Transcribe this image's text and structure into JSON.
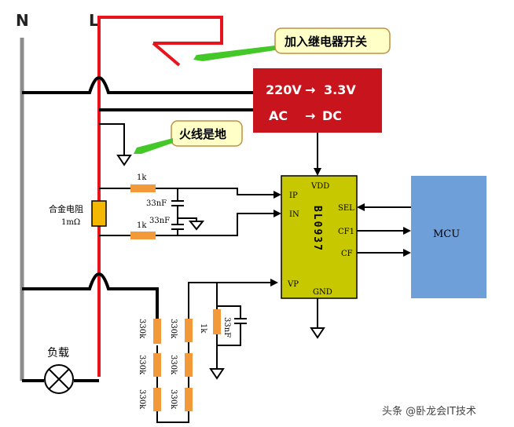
{
  "rails": {
    "neutral": "N",
    "live": "L"
  },
  "callouts": {
    "relay": "加入继电器开关",
    "live_ground": "火线是地"
  },
  "converter": {
    "line1": "220V",
    "arrow1": "→",
    "out1": "3.3V",
    "line2": "AC",
    "arrow2": "→",
    "out2": "DC"
  },
  "chip": {
    "name": "BL0937",
    "pins": {
      "vdd": "VDD",
      "ip": "IP",
      "in": "IN",
      "vp": "VP",
      "gnd": "GND",
      "sel": "SEL",
      "cf1": "CF1",
      "cf": "CF"
    }
  },
  "mcu": {
    "label": "MCU"
  },
  "components": {
    "r_ip": "1k",
    "r_in": "1k",
    "c_ip": "33nF",
    "c_in": "33nF",
    "shunt_name": "合金电阻",
    "shunt_value": "1mΩ",
    "r_div1": "330k",
    "r_div2": "330k",
    "r_div3": "330k",
    "r_div4": "330k",
    "r_div5": "330k",
    "r_div6": "330k",
    "r_vp": "1k",
    "c_vp": "33nF"
  },
  "load": {
    "label": "负载"
  },
  "watermark": "头条 @卧龙会IT技术",
  "colors": {
    "live": "#e8141c",
    "neutral": "#8c8c8c",
    "converter_bg": "#c8141c",
    "chip_bg": "#c8c800",
    "mcu_bg": "#6f9fd8",
    "resistor": "#f29a3a",
    "shunt": "#f5b800",
    "callout_bg": "#ffffc8",
    "callout_border": "#c09040",
    "arrow_green": "#44c828"
  }
}
